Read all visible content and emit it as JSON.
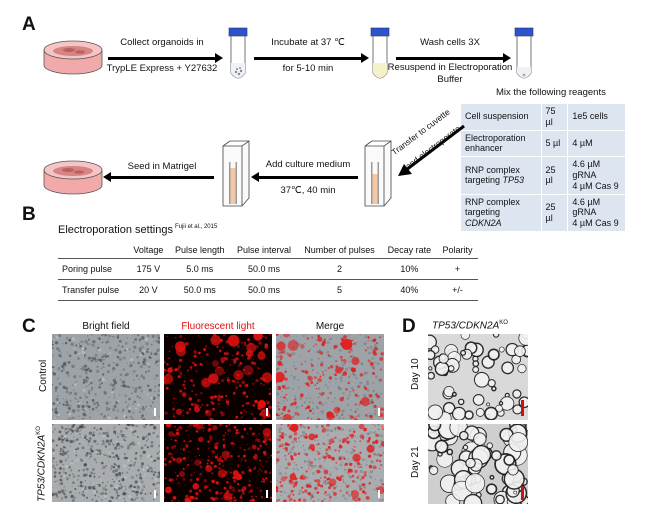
{
  "panels": {
    "a": "A",
    "b": "B",
    "c": "C",
    "d": "D"
  },
  "panel_a": {
    "step1_line1": "Collect organoids in",
    "step1_line2": "TrypLE Express + Y27632",
    "step2_line1": "Incubate at 37 ℃",
    "step2_line2": "for 5-10 min",
    "step3_line1": "Wash cells 3X",
    "step3_line2": "Resuspend in Electroporation",
    "step3_line3": "Buffer",
    "mix_title": "Mix the following reagents",
    "transfer_line1": "Transfer to cuvette",
    "transfer_line2": "and electroporate",
    "medium_line1": "Add culture medium",
    "medium_line2": "37℃, 40 min",
    "seed": "Seed in Matrigel",
    "reagents": [
      {
        "name": "Cell suspension",
        "name_italic": "",
        "volume": "75 µl",
        "conc1": "1e5 cells",
        "conc2": ""
      },
      {
        "name": "Electroporation",
        "name2": "enhancer",
        "name_italic": "",
        "volume": "5 µl",
        "conc1": "4 µM",
        "conc2": ""
      },
      {
        "name": "RNP complex",
        "name2": "targeting ",
        "name_italic": "TP53",
        "volume": "25 µl",
        "conc1": "4.6 µM gRNA",
        "conc2": "4 µM Cas 9"
      },
      {
        "name": "RNP complex",
        "name2": "targeting ",
        "name_italic": "CDKN2A",
        "volume": "25 µl",
        "conc1": "4.6 µM gRNA",
        "conc2": "4 µM Cas 9"
      }
    ]
  },
  "panel_b": {
    "title": "Electroporation settings",
    "ref": "Fujii et al., 2015",
    "headers": [
      "",
      "Voltage",
      "Pulse length",
      "Pulse interval",
      "Number of pulses",
      "Decay rate",
      "Polarity"
    ],
    "rows": [
      [
        "Poring pulse",
        "175 V",
        "5.0 ms",
        "50.0 ms",
        "2",
        "10%",
        "+"
      ],
      [
        "Transfer pulse",
        "20 V",
        "50.0 ms",
        "50.0 ms",
        "5",
        "40%",
        "+/-"
      ]
    ]
  },
  "panel_c": {
    "col_bright": "Bright field",
    "col_fluor": "Fluorescent light",
    "col_merge": "Merge",
    "row_control": "Control",
    "row_ko_base": "TP53/CDKN2A",
    "row_ko_sup": "KO",
    "fluor_color": "#e01010"
  },
  "panel_d": {
    "title_base": "TP53/CDKN2A",
    "title_sup": "KO",
    "row1": "Day 10",
    "row2": "Day 21",
    "scale_color": "#d01010"
  }
}
